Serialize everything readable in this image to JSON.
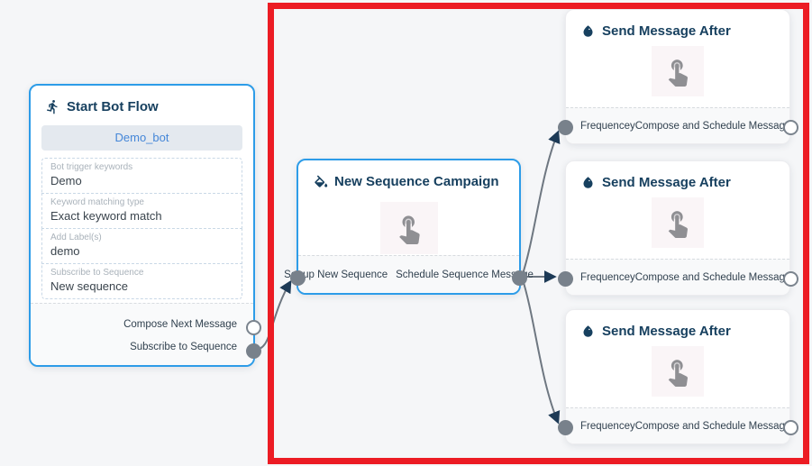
{
  "flow": {
    "colors": {
      "canvas_bg": "#f5f6f8",
      "node_accent_blue": "#2d9ce8",
      "title_navy": "#17405f",
      "highlight_red": "#ec1c24",
      "edge_gray": "#6e7781",
      "arrow_navy": "#1d3a56"
    },
    "start_node": {
      "title": "Start Bot Flow",
      "icon": "walking-person-icon",
      "bot_button": "Demo_bot",
      "fields": [
        {
          "label": "Bot trigger keywords",
          "value": "Demo"
        },
        {
          "label": "Keyword matching type",
          "value": "Exact keyword match"
        },
        {
          "label": "Add Label(s)",
          "value": "demo"
        },
        {
          "label": "Subscribe to Sequence",
          "value": "New sequence"
        }
      ],
      "ports": [
        {
          "label": "Compose Next Message",
          "state": "open"
        },
        {
          "label": "Subscribe to Sequence",
          "state": "connected"
        }
      ]
    },
    "sequence_node": {
      "title": "New Sequence Campaign",
      "icon": "paint-bucket-icon",
      "center_icon": "tap-hand-icon",
      "ports": [
        {
          "label": "Set-up New Sequence"
        },
        {
          "label": "Schedule Sequence Message"
        }
      ]
    },
    "message_nodes": [
      {
        "title": "Send Message After",
        "icon": "water-drop-icon",
        "center_icon": "tap-hand-icon",
        "in_port": "Frequencey",
        "out_port": "Compose and Schedule Message"
      },
      {
        "title": "Send Message After",
        "icon": "water-drop-icon",
        "center_icon": "tap-hand-icon",
        "in_port": "Frequencey",
        "out_port": "Compose and Schedule Message"
      },
      {
        "title": "Send Message After",
        "icon": "water-drop-icon",
        "center_icon": "tap-hand-icon",
        "in_port": "Frequencey",
        "out_port": "Compose and Schedule Message"
      }
    ]
  }
}
